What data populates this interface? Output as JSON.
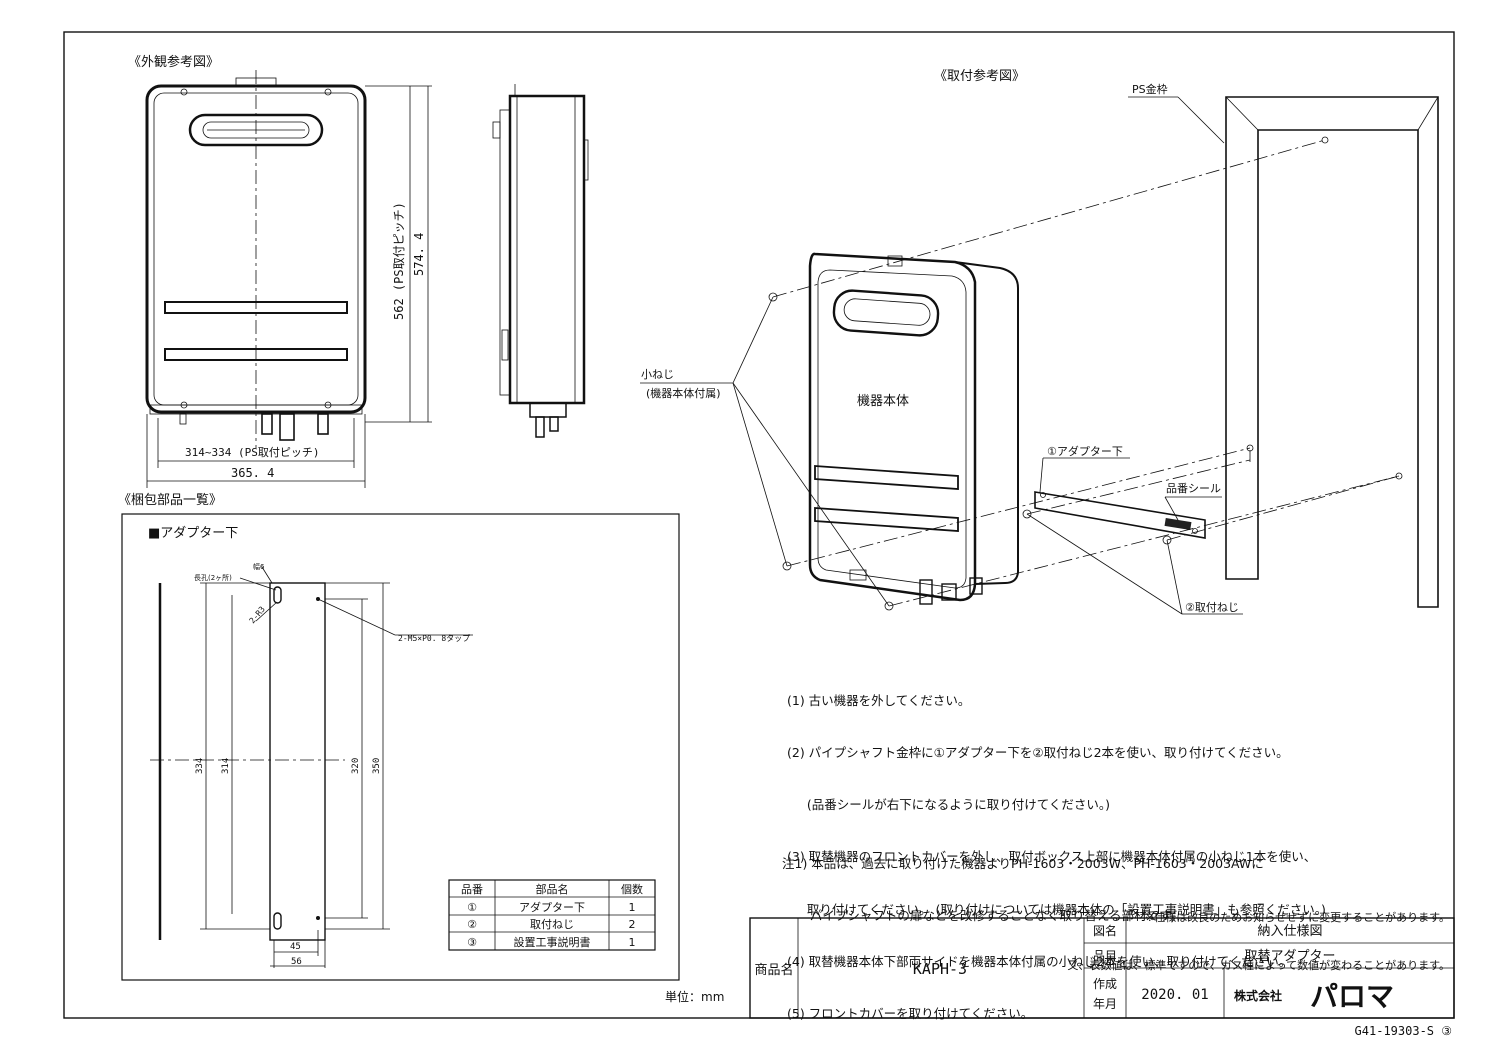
{
  "labels": {
    "exterior_view": "《外観参考図》",
    "install_view": "《取付参考図》",
    "package_parts": "《梱包部品一覧》",
    "adapter_lower": "■アダプター下",
    "ps_frame": "PS金枠",
    "small_screw": "小ねじ",
    "small_screw_note": "(機器本体付属)",
    "unit_body": "機器本体",
    "adapter_callout": "①アダプター下",
    "part_seal": "品番シール",
    "mount_screw_callout": "②取付ねじ"
  },
  "dimensions": {
    "ps_pitch_v": "562 (PS取付ピッチ)",
    "height": "574. 4",
    "ps_pitch_h": "314~334 (PS取付ピッチ)",
    "width": "365. 4",
    "hole_width": "幅6",
    "long_hole": "長孔(2ヶ所)",
    "hole_spacing": "2-R3",
    "tap": "2-M5×P0. 8タップ",
    "d334": "334",
    "d314": "314",
    "d320": "320",
    "d350": "350",
    "d45": "45",
    "d56": "56"
  },
  "instructions": [
    "(1) 古い機器を外してください。",
    "(2) パイプシャフト金枠に①アダプター下を②取付ねじ2本を使い、取り付けてください。",
    "     (品番シールが右下になるように取り付けてください。)",
    "(3) 取替機器のフロントカバーを外し、取付ボックス上部に機器本体付属の小ねじ1本を使い、",
    "     取り付けてください。 (取り付けについては機器本体の「設置工事説明書」も参照ください。)",
    "(4) 取替機器本体下部両サイドを機器本体付属の小ねじ2本を使い、取り付けてください。",
    "(5) フロントカバーを取り付けてください。"
  ],
  "note": [
    "注1) 本品は、過去に取り付けた機器よりPH-1603・2003W、PH-1603・2003AWに",
    "       パイプシャフトの扉などを改修することなく取り替える部材です。"
  ],
  "spec_notice": [
    "※仕様は改良のためお知らせせずに変更することがあります。",
    "又、表数値は、標準ですので、ガス種によって数値が変わることがあります。"
  ],
  "parts_table": {
    "headers": [
      "品番",
      "部品名",
      "個数"
    ],
    "rows": [
      [
        "①",
        "アダプター下",
        "1"
      ],
      [
        "②",
        "取付ねじ",
        "2"
      ],
      [
        "③",
        "設置工事説明書",
        "1"
      ]
    ]
  },
  "unit": "単位：mm",
  "title_block": {
    "product_name_label": "商品名",
    "product_name": "KAPH-3",
    "drawing_label": "図名",
    "drawing_name": "納入仕様図",
    "item_label": "品目",
    "item_name": "取替アダプター",
    "date_label_1": "作成",
    "date_label_2": "年月",
    "date": "2020. 01",
    "company_prefix": "株式会社",
    "company_logo": "パロマ",
    "doc_number": "G41-19303-S ③"
  }
}
